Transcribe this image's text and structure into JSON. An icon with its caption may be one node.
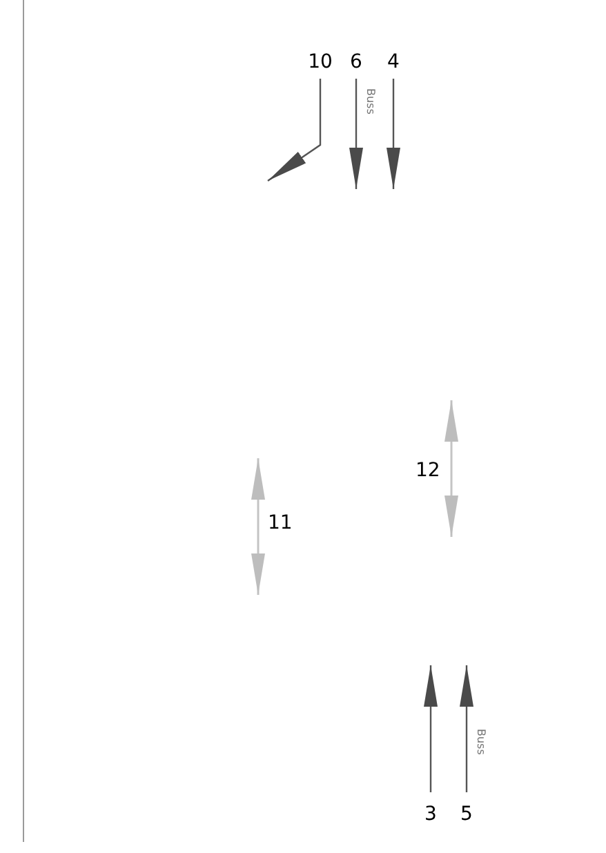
{
  "diagram": {
    "nodes": [
      {
        "text": [
          "10"
        ]
      },
      {
        "text": [
          "6"
        ]
      },
      {
        "text": [
          "4"
        ]
      },
      {
        "text": [
          "3"
        ]
      },
      {
        "text": [
          "5"
        ]
      }
    ],
    "edges": [
      {
        "from": 0,
        "to": null,
        "arrow": "to"
      },
      {
        "from": 1,
        "to": null,
        "arrow": "to",
        "label": "Buss"
      },
      {
        "from": 2,
        "to": null,
        "arrow": "to"
      },
      {
        "from": 3,
        "to": null,
        "arrow": "to"
      },
      {
        "from": 4,
        "to": null,
        "arrow": "to",
        "label": "Buss"
      }
    ],
    "labels": [
      "12",
      "11"
    ]
  }
}
